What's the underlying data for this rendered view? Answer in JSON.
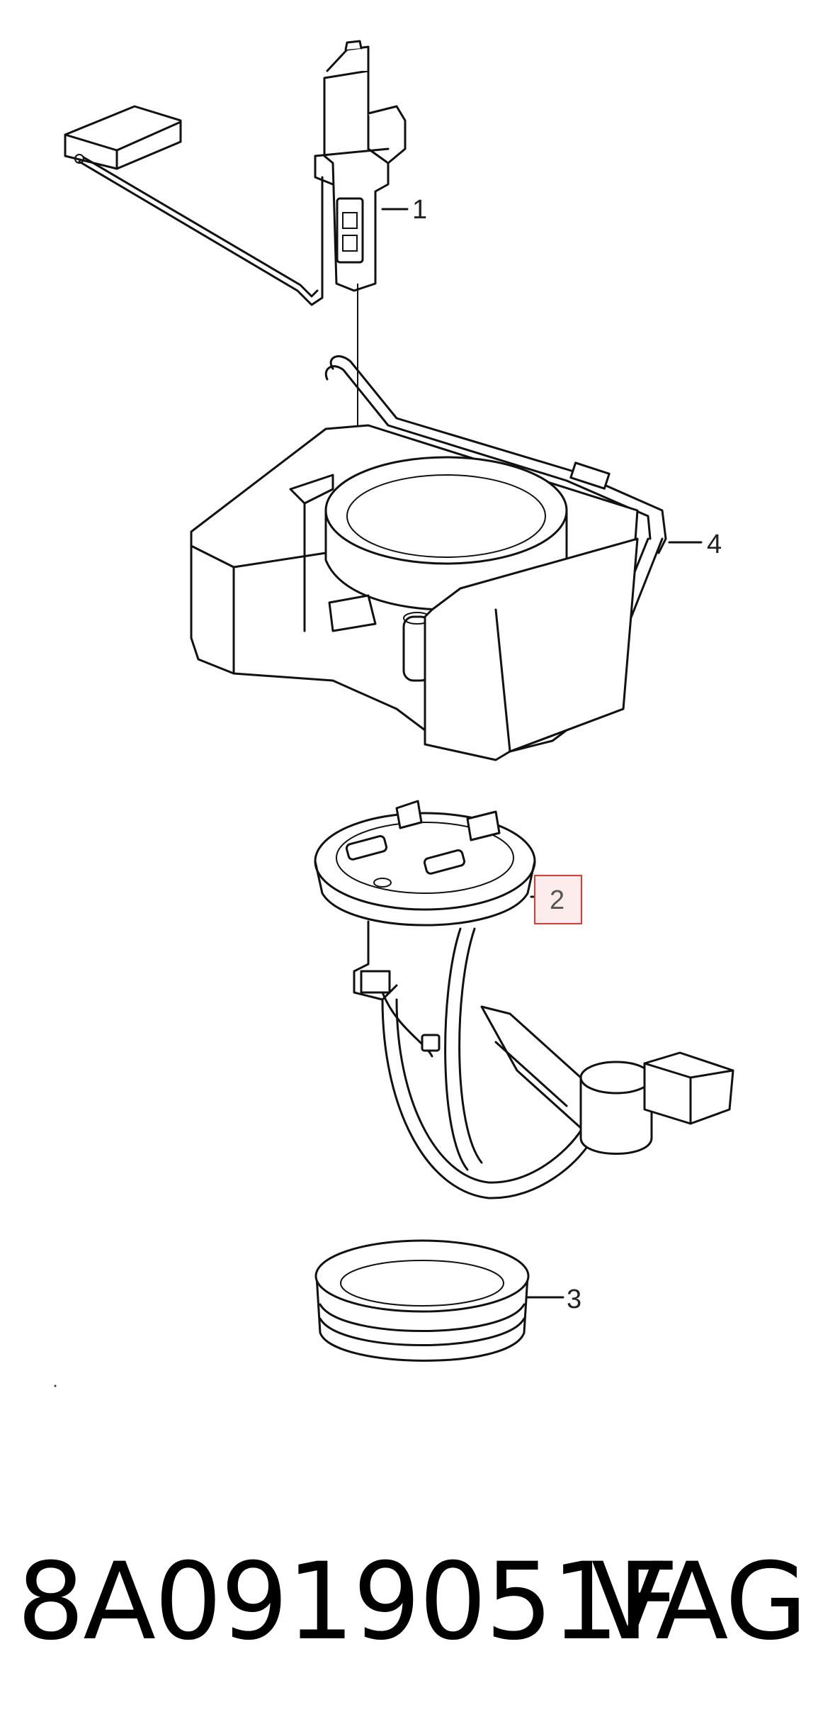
{
  "diagram": {
    "callouts": [
      {
        "id": "1",
        "label": "1",
        "highlighted": false
      },
      {
        "id": "2",
        "label": "2",
        "highlighted": true
      },
      {
        "id": "3",
        "label": "3",
        "highlighted": false
      },
      {
        "id": "4",
        "label": "4",
        "highlighted": false
      }
    ],
    "highlight_color": "#e53935",
    "highlight_fill": "#fdecec"
  },
  "footer": {
    "part_number": "8A0919051F",
    "brand": "VAG"
  }
}
